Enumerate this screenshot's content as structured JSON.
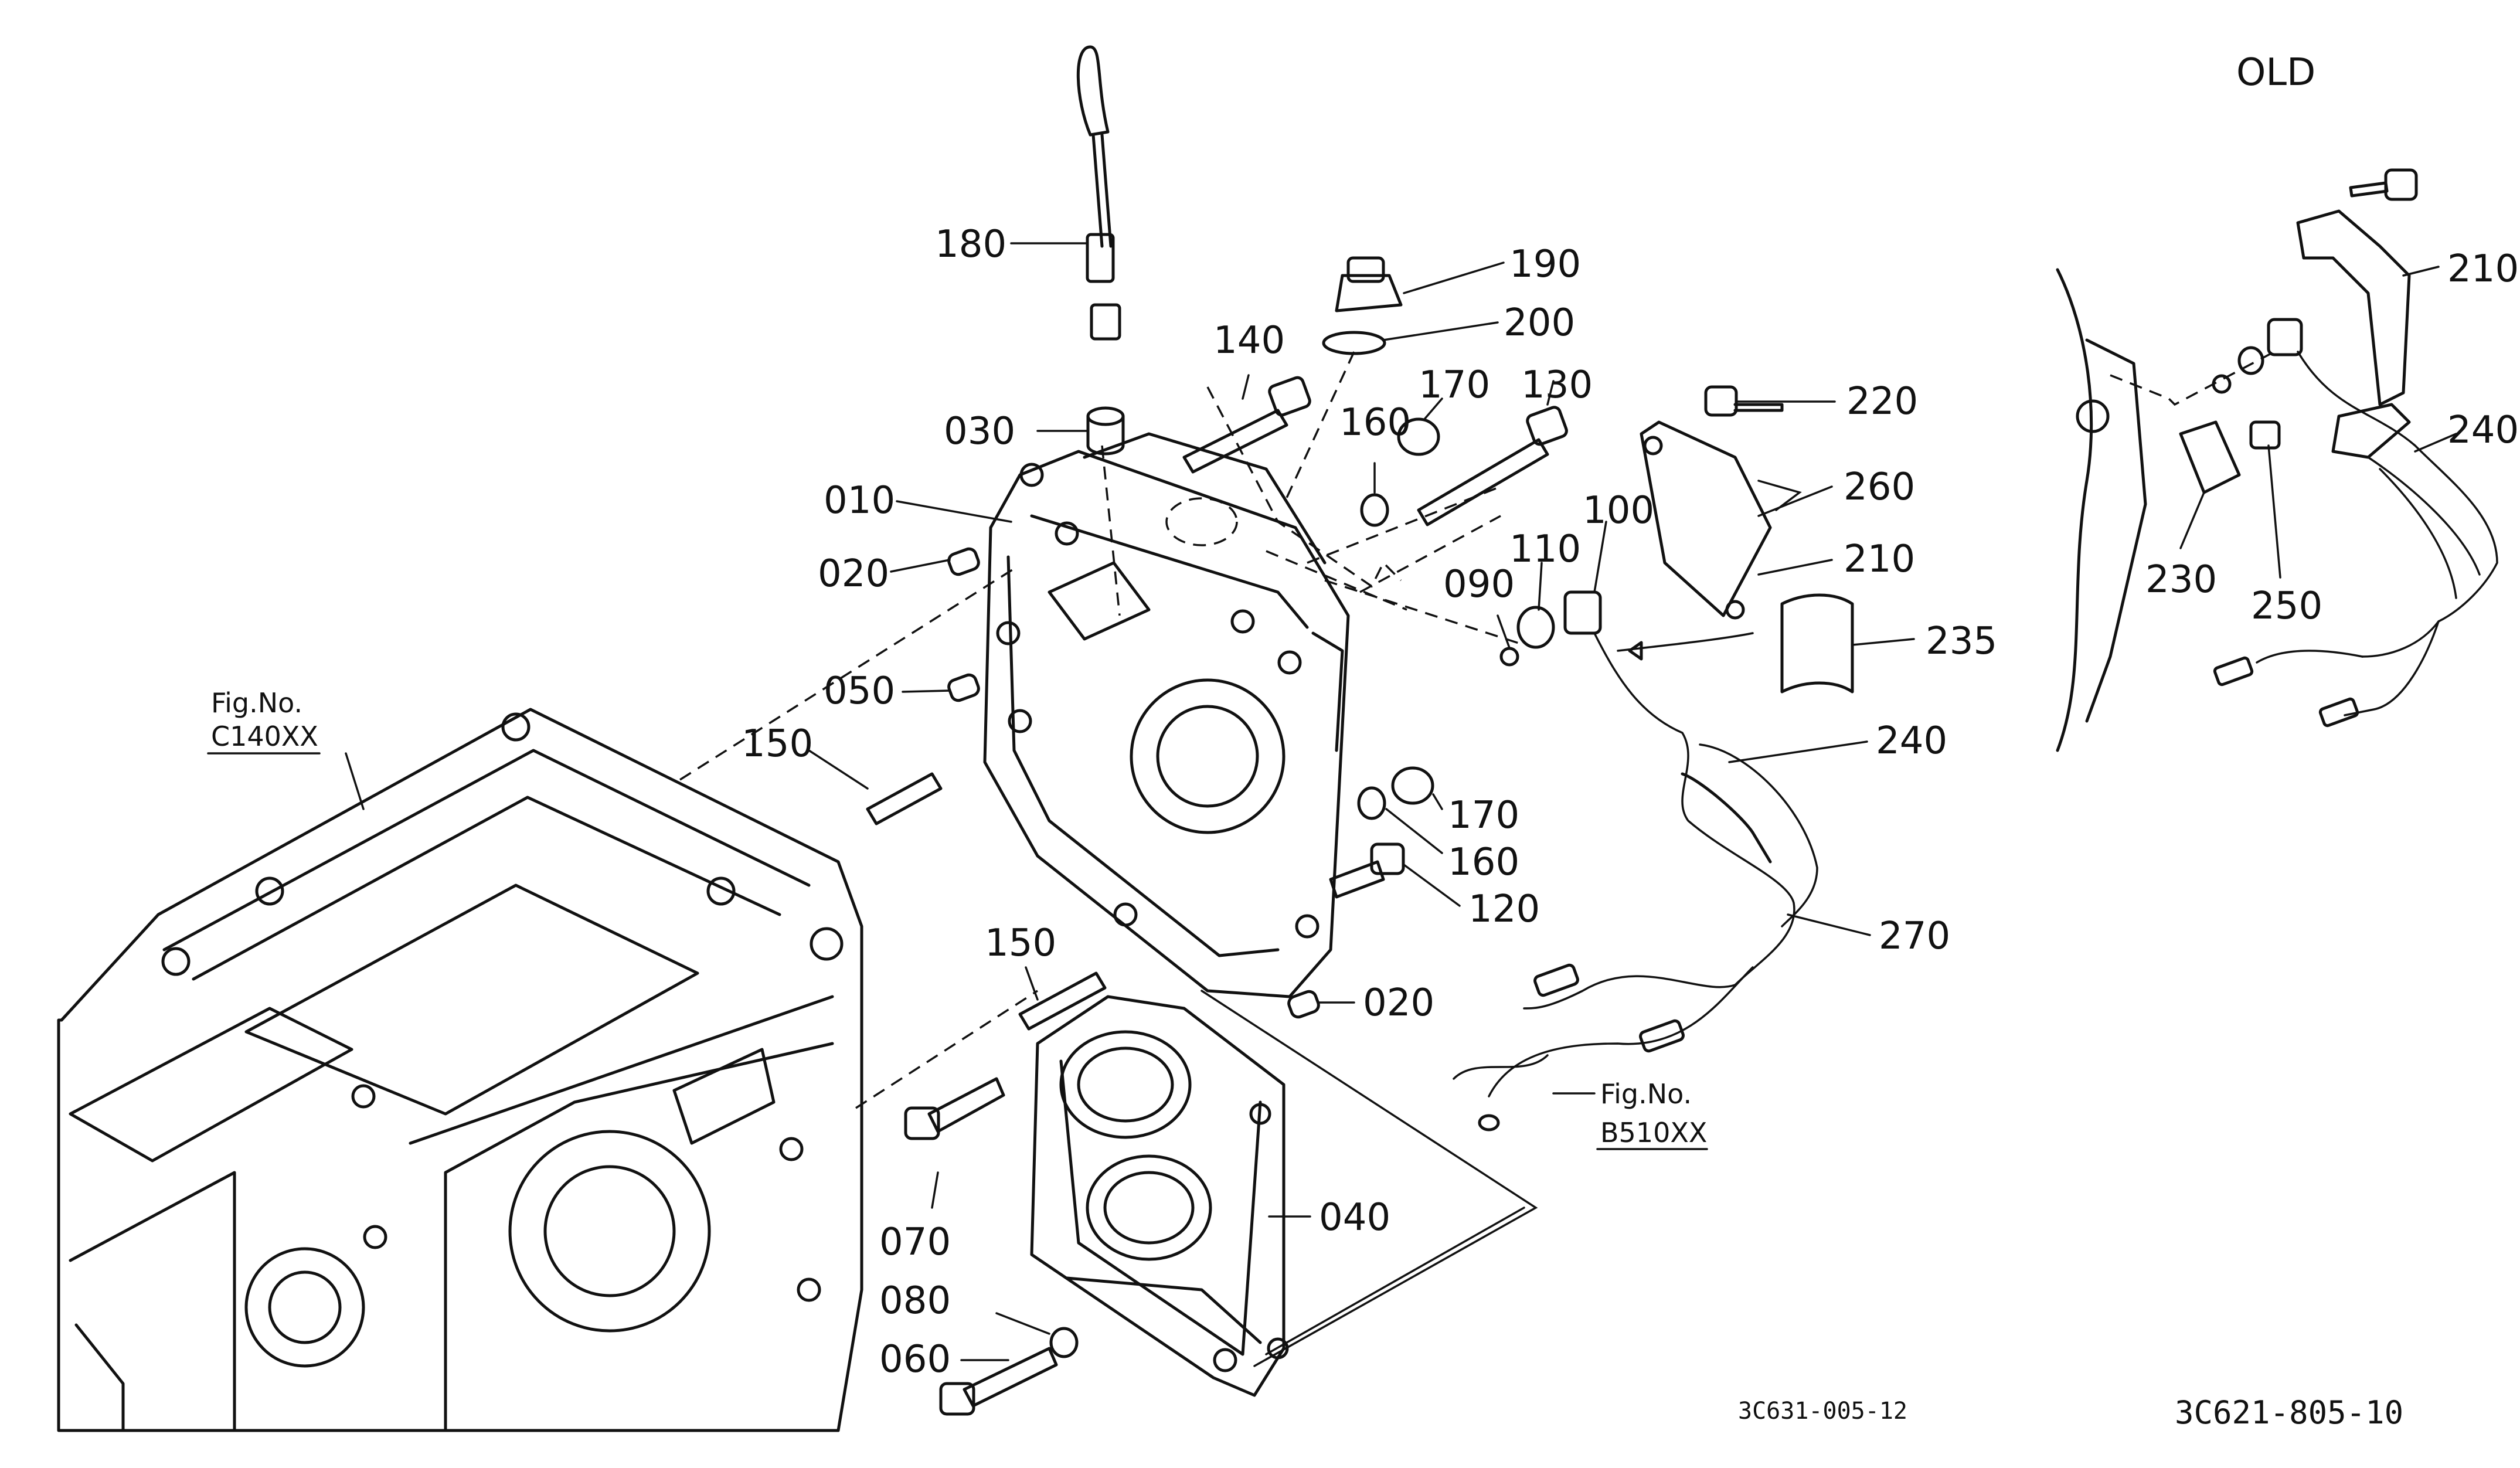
{
  "header": {
    "old_label": "OLD"
  },
  "callouts": {
    "p180": "180",
    "p190": "190",
    "p200": "200",
    "p140": "140",
    "p030": "030",
    "p170a": "170",
    "p160a": "160",
    "p130": "130",
    "p220": "220",
    "p010": "010",
    "p260": "260",
    "p100": "100",
    "p110": "110",
    "p210": "210",
    "p020a": "020",
    "p090": "090",
    "p235": "235",
    "p050": "050",
    "p150a": "150",
    "p240": "240",
    "p170b": "170",
    "p160b": "160",
    "p120": "120",
    "p150b": "150",
    "p270": "270",
    "p020b": "020",
    "p040": "040",
    "p070": "070",
    "p080": "080",
    "p060": "060",
    "old210": "210",
    "old240": "240",
    "old230": "230",
    "old250": "250"
  },
  "figure_refs": {
    "left": {
      "line1": "Fig.No.",
      "line2": "C140XX"
    },
    "right": {
      "line1": "Fig.No.",
      "line2": "B510XX"
    }
  },
  "codes": {
    "main": "3C631-005-12",
    "old": "3C621-805-10"
  },
  "icons": [
    "transmission-case-drawing",
    "cover-plate-drawing",
    "bearing-holder-drawing",
    "dipstick-drawing",
    "sensor-harness-drawing"
  ]
}
